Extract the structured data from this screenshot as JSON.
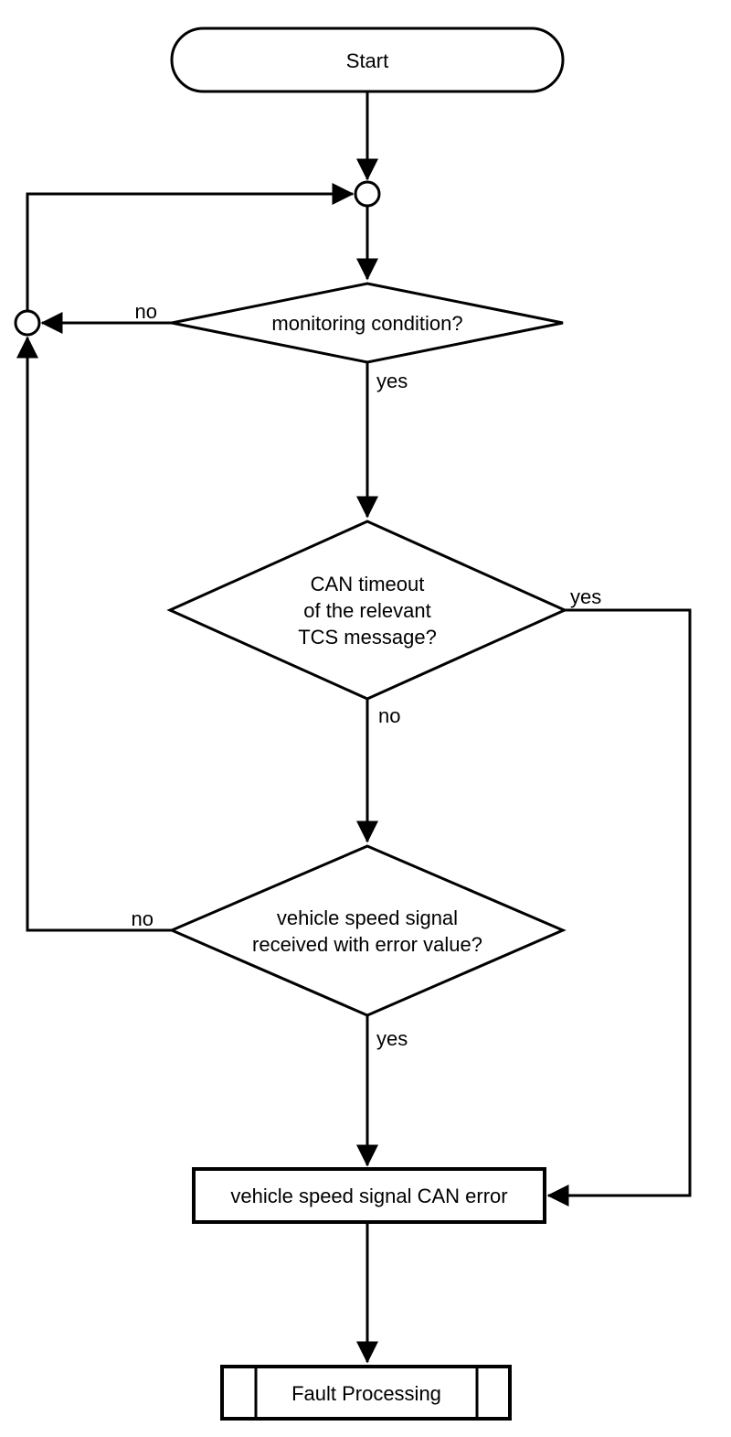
{
  "diagram": {
    "type": "flowchart",
    "background_color": "#ffffff",
    "line_color": "#000000",
    "nodes": {
      "start": {
        "shape": "terminator",
        "label": "Start"
      },
      "junction_top": {
        "shape": "connector-circle"
      },
      "junction_left": {
        "shape": "connector-circle"
      },
      "decision_monitoring": {
        "shape": "decision",
        "label": "monitoring condition?"
      },
      "decision_can_timeout": {
        "shape": "decision",
        "label_lines": [
          "CAN timeout",
          "of the relevant",
          "TCS message?"
        ]
      },
      "decision_vehicle_speed": {
        "shape": "decision",
        "label_lines": [
          "vehicle speed signal",
          "received with error value?"
        ]
      },
      "process_can_error": {
        "shape": "process",
        "label": "vehicle speed signal CAN error"
      },
      "process_fault": {
        "shape": "predefined-process",
        "label": "Fault Processing"
      }
    },
    "edge_labels": {
      "monitoring_no": "no",
      "monitoring_yes": "yes",
      "timeout_yes": "yes",
      "timeout_no": "no",
      "speed_no": "no",
      "speed_yes": "yes"
    }
  }
}
